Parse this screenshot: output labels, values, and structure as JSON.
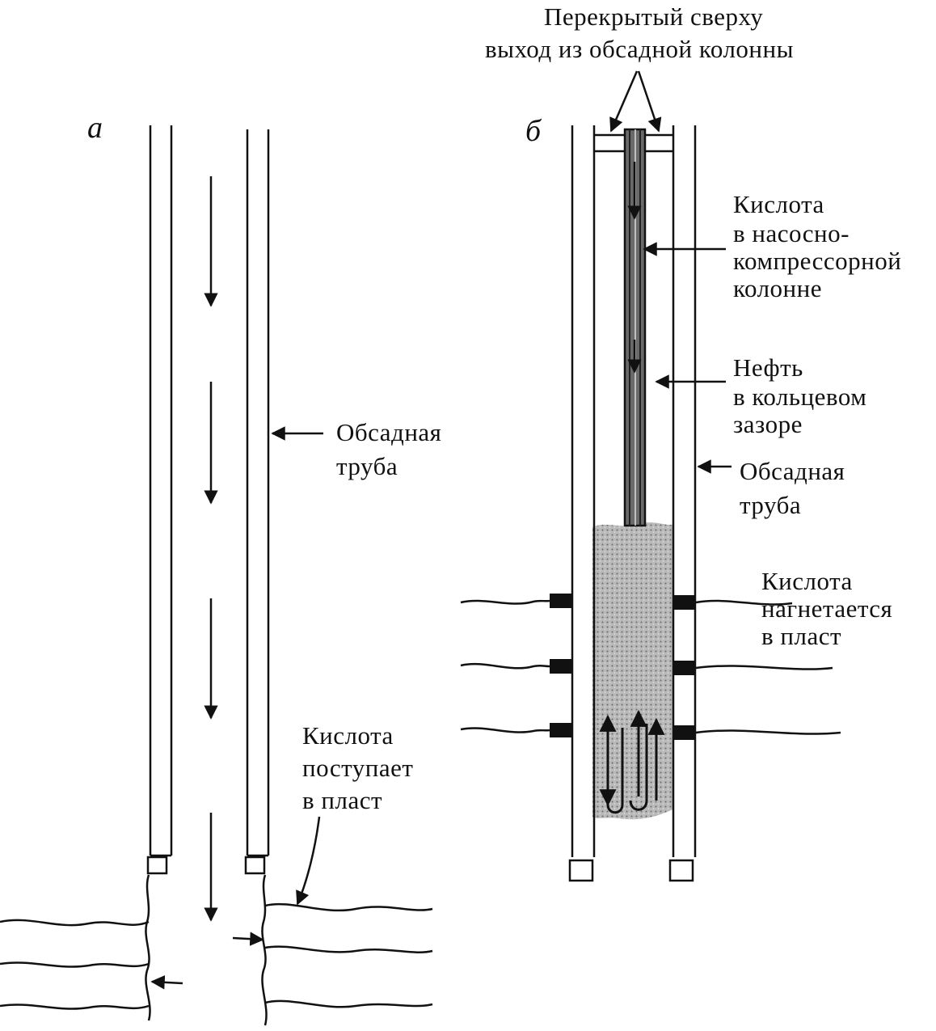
{
  "panels": {
    "a": {
      "letter": "а",
      "casing_label": [
        "Обсадная",
        "труба"
      ],
      "formation_label": [
        "Кислота",
        "поступает",
        "в пласт"
      ]
    },
    "b": {
      "letter": "б",
      "top_label": [
        "Перекрытый сверху",
        "выход из обсадной колонны"
      ],
      "tubing_label": [
        "Кислота",
        "в насосно-",
        "компрессорной",
        "колонне"
      ],
      "annulus_label": [
        "Нефть",
        "в кольцевом",
        "зазоре"
      ],
      "casing_label": [
        "Обсадная",
        "труба"
      ],
      "injection_label": [
        "Кислота",
        "нагнетается",
        "в пласт"
      ]
    }
  },
  "colors": {
    "ink": "#111111",
    "acid_fill": "#9a9a9a"
  }
}
